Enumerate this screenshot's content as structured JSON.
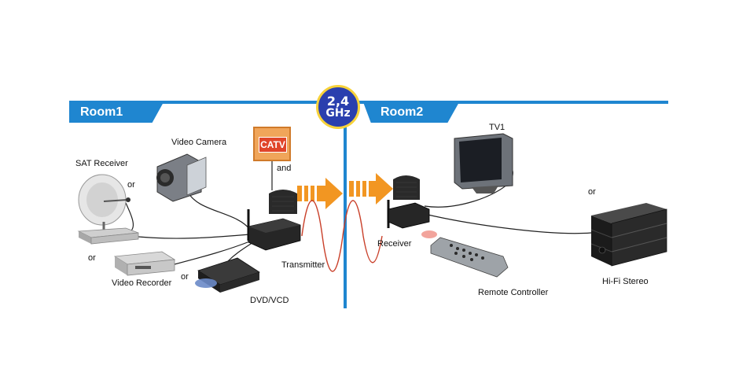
{
  "badge": {
    "line1": "2,4",
    "line2": "GHz"
  },
  "rooms": {
    "room1": "Room1",
    "room2": "Room2"
  },
  "catv": {
    "label": "CATV",
    "and": "and"
  },
  "labels": {
    "sat_receiver": "SAT Receiver",
    "video_camera": "Video Camera",
    "or_sat": "or",
    "or_vcr": "or",
    "or_dvd": "or",
    "or_stereo": "or",
    "video_recorder": "Video Recorder",
    "dvd_vcd": "DVD/VCD",
    "transmitter": "Transmitter",
    "receiver": "Receiver",
    "tv1": "TV1",
    "remote_controller": "Remote Controller",
    "hifi_stereo": "Hi-Fi Stereo"
  },
  "colors": {
    "room_bar": "#1f86d0",
    "arrow": "#f29622",
    "wave": "#c9402a",
    "badge_fill": "#2a3fae",
    "badge_ring": "#f7d23a"
  }
}
